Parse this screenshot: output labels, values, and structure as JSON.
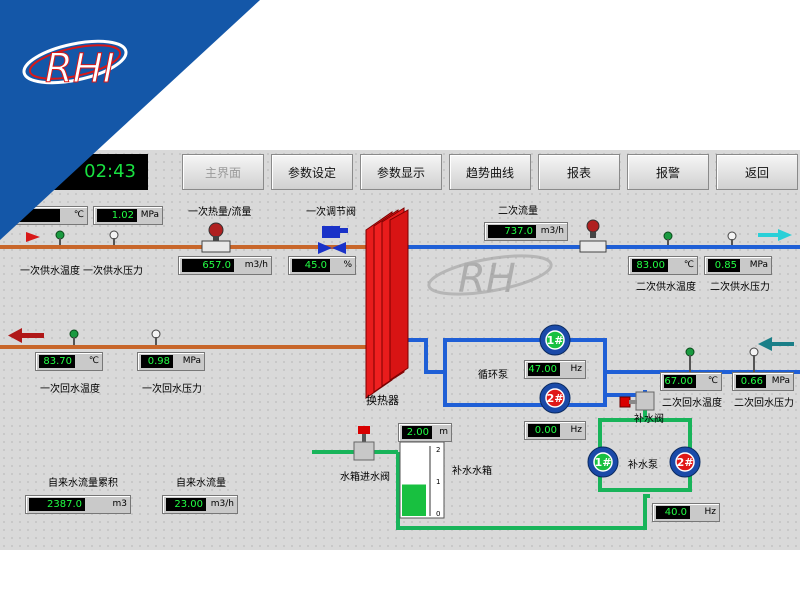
{
  "logo": {
    "letters": "RHI"
  },
  "header": {
    "clock": "02:43"
  },
  "nav": [
    {
      "label": "主界面"
    },
    {
      "label": "参数设定"
    },
    {
      "label": "参数显示"
    },
    {
      "label": "趋势曲线"
    },
    {
      "label": "报表"
    },
    {
      "label": "报警"
    },
    {
      "label": "返回"
    }
  ],
  "primary": {
    "supply_temp": {
      "unit": "℃",
      "label": "一次供水温度"
    },
    "supply_pressure": {
      "value": "1.02",
      "unit": "MPa",
      "label": "一次供水压力"
    },
    "heat_flow": {
      "label": "一次热量/流量",
      "value": "657.0",
      "unit": "m3/h"
    },
    "valve": {
      "label": "一次调节阀",
      "value": "45.0",
      "unit": "%"
    },
    "return_temp": {
      "value": "83.70",
      "unit": "℃",
      "label": "一次回水温度"
    },
    "return_pressure": {
      "value": "0.98",
      "unit": "MPa",
      "label": "一次回水压力"
    }
  },
  "secondary": {
    "flow": {
      "label": "二次流量",
      "value": "737.0",
      "unit": "m3/h"
    },
    "supply_temp": {
      "value": "83.00",
      "unit": "℃",
      "label": "二次供水温度"
    },
    "supply_pressure": {
      "value": "0.85",
      "unit": "MPa",
      "label": "二次供水压力"
    },
    "return_temp": {
      "value": "67.00",
      "unit": "℃",
      "label": "二次回水温度"
    },
    "return_pressure": {
      "value": "0.66",
      "unit": "MPa",
      "label": "二次回水压力"
    }
  },
  "exchanger": {
    "label": "换热器"
  },
  "circ_pump": {
    "label": "循环泵",
    "pump1": "1#",
    "pump2": "2#",
    "freq": "47.00",
    "freq2": "0.00",
    "unit": "Hz"
  },
  "makeup": {
    "valve_label": "补水阀",
    "pump_label": "补水泵",
    "pump1": "1#",
    "pump2": "2#",
    "freq": "40.0",
    "unit": "Hz"
  },
  "tank": {
    "valve_label": "水箱进水阀",
    "label": "补水水箱",
    "level": "2.00",
    "level_unit": "m",
    "scale": [
      "2",
      "1",
      "0"
    ],
    "fill_fraction": 0.45
  },
  "city_water": {
    "total": {
      "label": "自来水流量累积",
      "value": "2387.0",
      "unit": "m3"
    },
    "flow": {
      "label": "自来水流量",
      "value": "23.00",
      "unit": "m3/h"
    }
  },
  "colors": {
    "primary_pipe": "#c8662a",
    "secondary_pipe": "#1f5fd6",
    "exchanger": "#e81c1c",
    "makeup_pipe": "#18b45a",
    "banner": "#1457a8"
  }
}
